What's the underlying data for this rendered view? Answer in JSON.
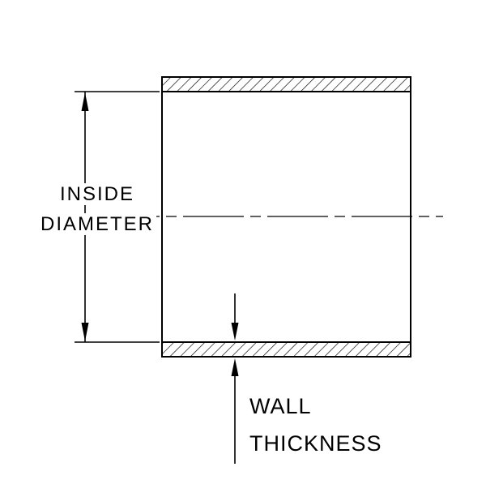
{
  "diagram": {
    "type": "tube-cross-section",
    "labels": {
      "inside_diameter": {
        "line1": "INSIDE",
        "line2": "DIAMETER"
      },
      "wall_thickness": {
        "line1": "WALL",
        "line2": "THICKNESS"
      }
    },
    "colors": {
      "line": "#000000",
      "background": "#ffffff"
    }
  }
}
